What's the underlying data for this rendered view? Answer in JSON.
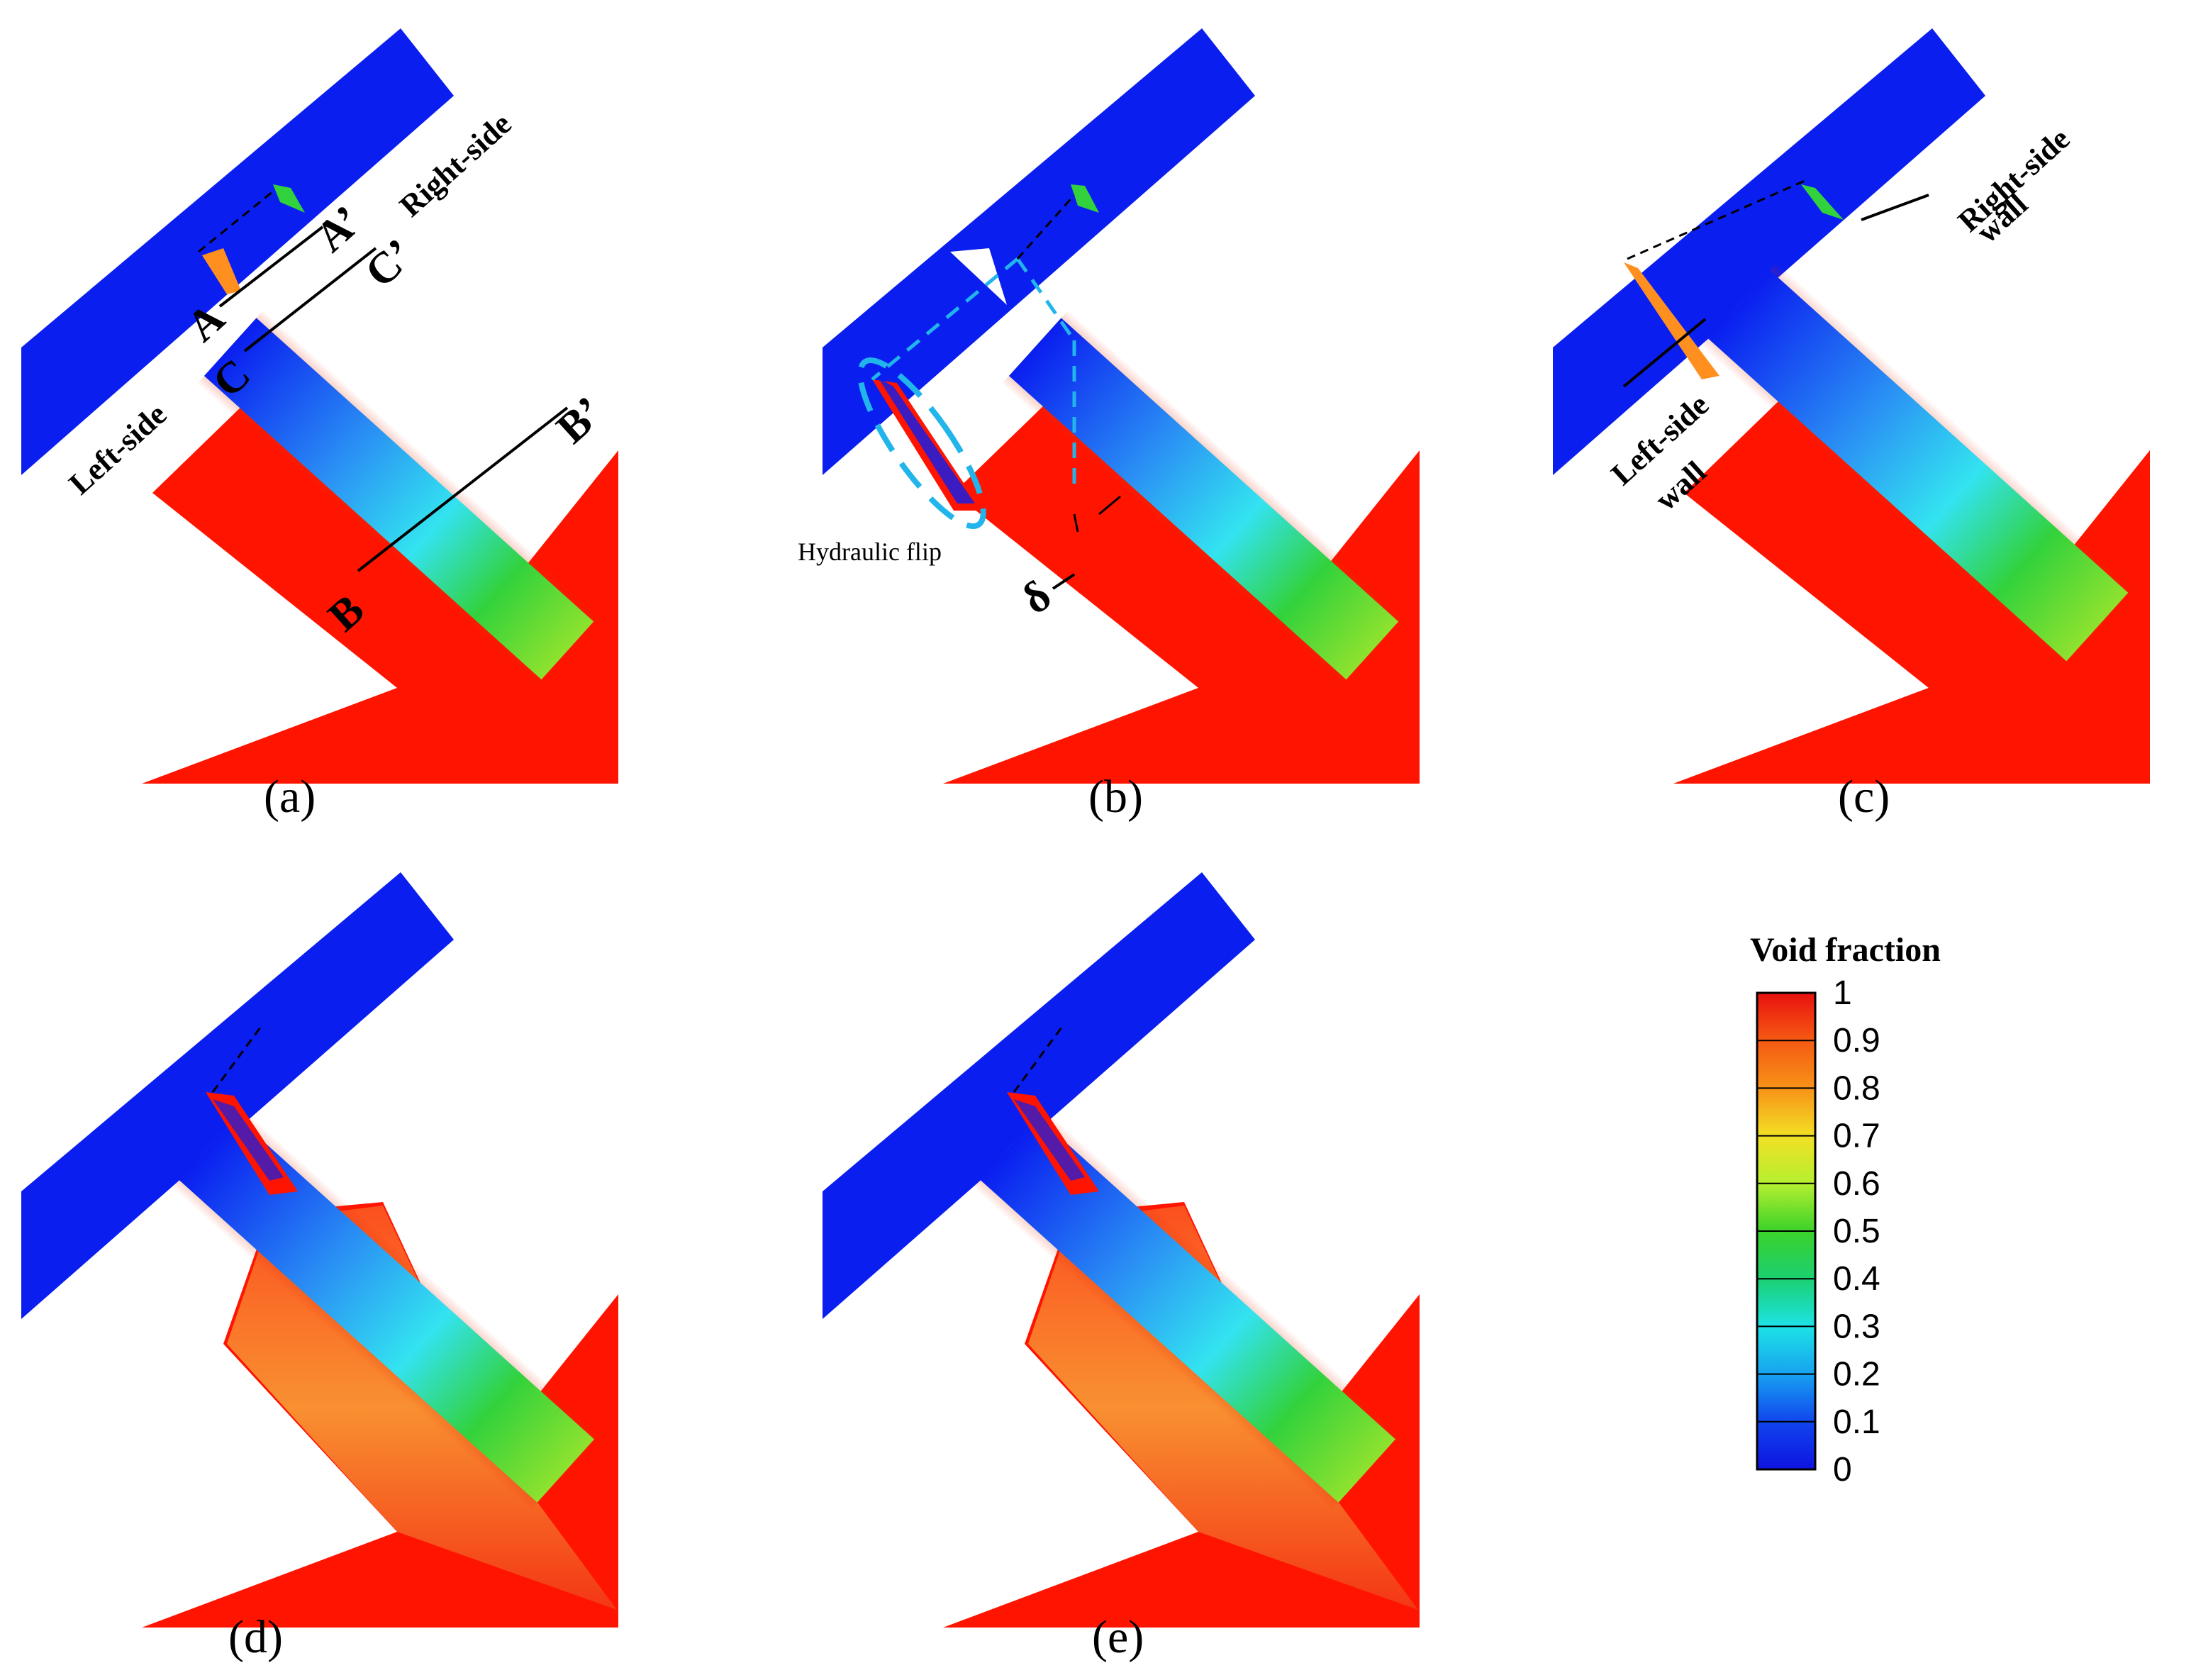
{
  "panels": [
    {
      "id": "a",
      "caption": "(a)"
    },
    {
      "id": "b",
      "caption": "(b)"
    },
    {
      "id": "c",
      "caption": "(c)"
    },
    {
      "id": "d",
      "caption": "(d)"
    },
    {
      "id": "e",
      "caption": "(e)"
    }
  ],
  "annotations": {
    "left_side": "Left-side",
    "right_side": "Right-side",
    "A": "A",
    "A_prime": "A’",
    "B": "B",
    "B_prime": "B’",
    "C": "C",
    "C_prime": "C’",
    "hydraulic_flip": "Hydraulic flip",
    "delta": "δ",
    "right_side_wall_1": "Right-side",
    "right_side_wall_2": "wall",
    "left_side_wall_1": "Left-side",
    "left_side_wall_2": "wall"
  },
  "colorbar": {
    "title": "Void fraction",
    "ticks": [
      "1",
      "0.9",
      "0.8",
      "0.7",
      "0.6",
      "0.5",
      "0.4",
      "0.3",
      "0.2",
      "0.1",
      "0"
    ],
    "colors": [
      "#e8100e",
      "#f55a13",
      "#f79218",
      "#f3e024",
      "#b5ef30",
      "#3bd22a",
      "#1bd071",
      "#1de3e6",
      "#17a2f0",
      "#1145ee",
      "#0d14e0"
    ]
  },
  "colors": {
    "liquid": "#0a1ef0",
    "vapor": "#ff1400",
    "mixture_green": "#32d23c",
    "mixture_cyan": "#33e3f0",
    "dashed_cyan": "#21b5eb"
  }
}
